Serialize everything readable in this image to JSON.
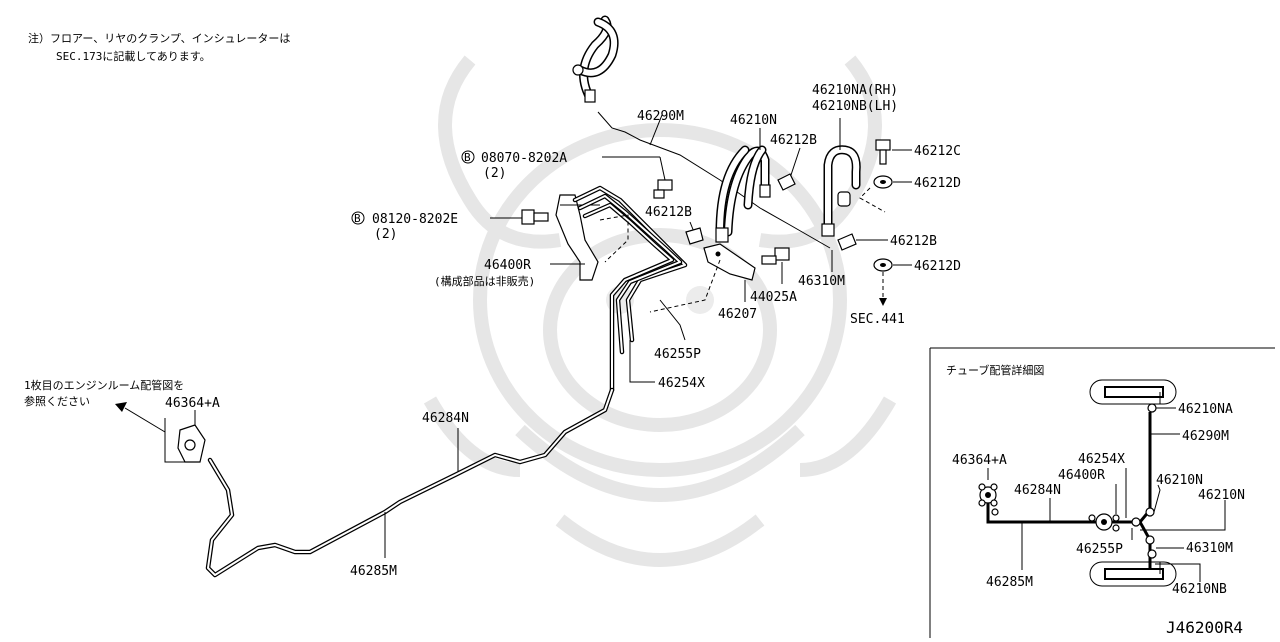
{
  "note": {
    "line1": "注）フロアー、リヤのクランプ、インシュレーターは",
    "line2": "SEC.173に記載してあります。"
  },
  "engine_ref": {
    "line1": "1枚目のエンジンルーム配管図を",
    "line2": "参照ください"
  },
  "labels": {
    "p46290M": "46290M",
    "p46210N": "46210N",
    "p46212B_top": "46212B",
    "p46210NA": "46210NA(RH)",
    "p46210NB": "46210NB(LH)",
    "p46212C": "46212C",
    "p46212D_top": "46212D",
    "p46212B_right": "46212B",
    "p46212D_bottom": "46212D",
    "bolt1": "08070-8202A",
    "bolt1_qty": "(2)",
    "bolt2": "08120-8202E",
    "bolt2_qty": "(2)",
    "bolt_mark": "B",
    "p46212B_mid": "46212B",
    "p46400R": "46400R",
    "p46400R_note": "(構成部品は非販売)",
    "p44025A": "44025A",
    "p46310M": "46310M",
    "p46207": "46207",
    "sec441": "SEC.441",
    "p46255P": "46255P",
    "p46254X": "46254X",
    "p46364A": "46364+A",
    "p46284N": "46284N",
    "p46285M": "46285M"
  },
  "detail": {
    "title": "チューブ配管詳細図",
    "labels": {
      "p46210NA": "46210NA",
      "p46290M": "46290M",
      "p46364A": "46364+A",
      "p46254X": "46254X",
      "p46400R": "46400R",
      "p46284N": "46284N",
      "p46210N_a": "46210N",
      "p46210N_b": "46210N",
      "p46255P": "46255P",
      "p46310M": "46310M",
      "p46285M": "46285M",
      "p46210NB": "46210NB"
    }
  },
  "diagram_code": "J46200R4"
}
